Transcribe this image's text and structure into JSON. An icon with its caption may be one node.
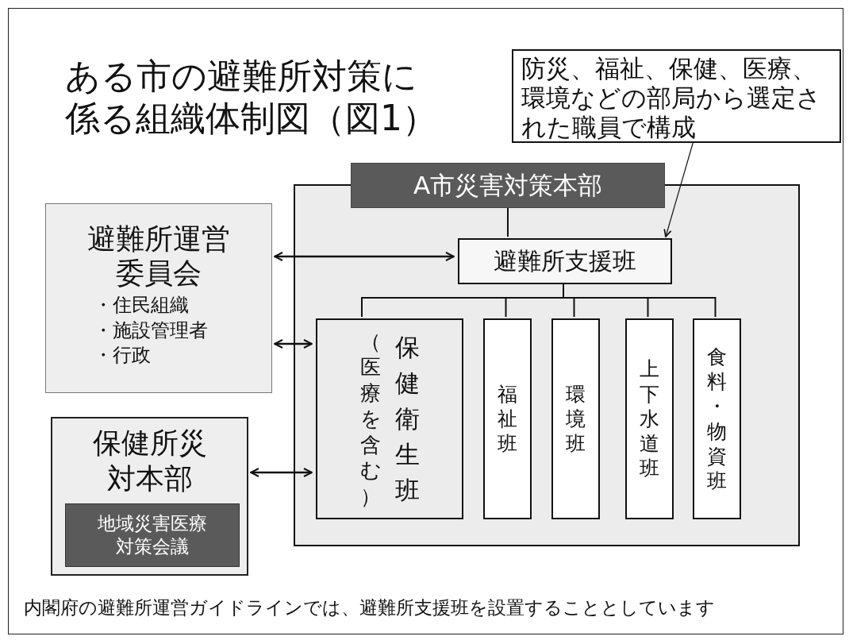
{
  "diagram": {
    "title": "ある市の避難所対策に係る組織体制図（図1）",
    "caption": "内閣府の避難所運営ガイドラインでは、避難所支援班を設置することとしています",
    "nodes": [
      {
        "text": [],
        "shape": "box"
      },
      {
        "text": [
          "A市災害対策本部"
        ]
      },
      {
        "text": [
          "避難所支援班"
        ],
        "in": 0
      },
      {
        "text": [
          "（医療を含む）",
          "保健衛生班"
        ],
        "in": 0
      },
      {
        "text": [
          "福祉班"
        ],
        "in": 0
      },
      {
        "text": [
          "環境班"
        ],
        "in": 0
      },
      {
        "text": [
          "上下水道班"
        ],
        "in": 0
      },
      {
        "text": [
          "食料・物資班"
        ],
        "in": 0
      },
      {
        "text": [
          "避難所運営委員会",
          "・住民組織",
          "・施設管理者",
          "・行政"
        ]
      },
      {
        "text": [
          "保健所災対本部"
        ]
      },
      {
        "text": [
          "地域災害医療対策会議"
        ],
        "in": 9
      },
      {
        "text": [
          "防災、福祉、保健、医療、環境などの部局から選定された職員で構成"
        ]
      }
    ],
    "edges": [
      {
        "from": 1,
        "to": 2,
        "arrow": "none"
      },
      {
        "from": 2,
        "to": 3,
        "arrow": "none"
      },
      {
        "from": 2,
        "to": 4,
        "arrow": "none"
      },
      {
        "from": 2,
        "to": 5,
        "arrow": "none"
      },
      {
        "from": 2,
        "to": 6,
        "arrow": "none"
      },
      {
        "from": 2,
        "to": 7,
        "arrow": "none"
      },
      {
        "from": 8,
        "to": 2,
        "arrow": "both"
      },
      {
        "from": 8,
        "to": 3,
        "arrow": "both"
      },
      {
        "from": 9,
        "to": 3,
        "arrow": "both"
      },
      {
        "from": 11,
        "to": 2,
        "arrow": "to"
      }
    ]
  }
}
